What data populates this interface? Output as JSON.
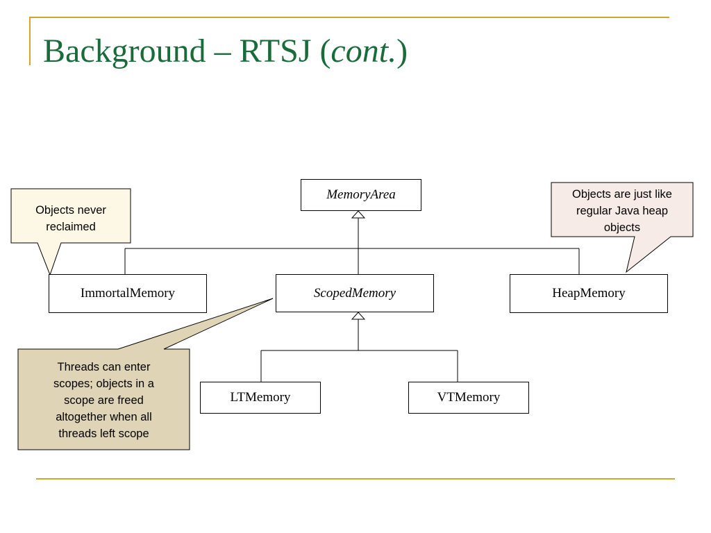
{
  "slide": {
    "title_main": "Background – RTSJ (",
    "title_italic": "cont.",
    "title_end": ")"
  },
  "diagram": {
    "classes": {
      "memory_area": "MemoryArea",
      "immortal_memory": "ImmortalMemory",
      "scoped_memory": "ScopedMemory",
      "heap_memory": "HeapMemory",
      "lt_memory": "LTMemory",
      "vt_memory": "VTMemory"
    },
    "callouts": {
      "immortal_note_line1": "Objects never",
      "immortal_note_line2": "reclaimed",
      "heap_note_line1": "Objects are just like",
      "heap_note_line2": "regular Java heap",
      "heap_note_line3": "objects",
      "scoped_note_line1": "Threads can enter",
      "scoped_note_line2": "scopes; objects in a",
      "scoped_note_line3": "scope are freed",
      "scoped_note_line4": "altogether when all",
      "scoped_note_line5": "threads left scope"
    },
    "colors": {
      "title": "#1a6b3a",
      "accent_rule": "#d4a52a",
      "immortal_note_fill": "#fdf7e6",
      "heap_note_fill": "#f6ebe6",
      "scoped_note_fill": "#e0d4b6"
    }
  }
}
